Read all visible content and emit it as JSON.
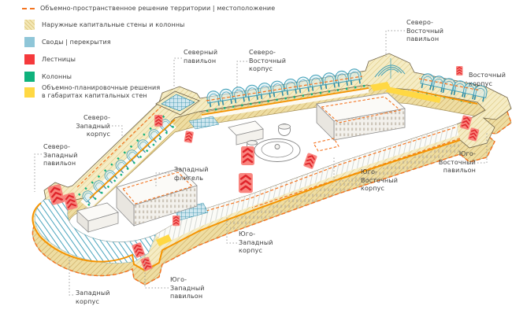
{
  "legend": {
    "items": [
      {
        "type": "dashed-line",
        "color": "#f4731f",
        "label": "Объемно-пространственное решение территории | местоположение"
      },
      {
        "type": "hatched",
        "color": "#f0e4ad",
        "label": "Наружные капитальные стены и колонны"
      },
      {
        "type": "solid",
        "color": "#8fc6d8",
        "label": "Своды | перекрытия"
      },
      {
        "type": "solid",
        "color": "#f5393c",
        "label": "Лестницы"
      },
      {
        "type": "solid",
        "color": "#0fb27c",
        "label": "Колонны"
      },
      {
        "type": "solid",
        "color": "#ffd843",
        "label": "Объемно-планировочные решения",
        "label2": "в габаритах капитальных стен"
      }
    ]
  },
  "building_labels": [
    {
      "id": "north-pavilion",
      "lines": [
        "Северный",
        "павильон"
      ]
    },
    {
      "id": "ne-corpus",
      "lines": [
        "Северо-",
        "Восточный",
        "корпус"
      ]
    },
    {
      "id": "ne-pavilion",
      "lines": [
        "Северо-",
        "Восточный",
        "павильон"
      ]
    },
    {
      "id": "east-corpus",
      "lines": [
        "Восточный",
        "корпус"
      ]
    },
    {
      "id": "nw-corpus",
      "lines": [
        "Северо-",
        "Западный",
        "корпус"
      ]
    },
    {
      "id": "nw-pavilion",
      "lines": [
        "Северо-",
        "Западный",
        "павильон"
      ]
    },
    {
      "id": "west-fligel",
      "lines": [
        "Западный",
        "флигель"
      ]
    },
    {
      "id": "west-corpus",
      "lines": [
        "Западный",
        "корпус"
      ]
    },
    {
      "id": "sw-pavilion",
      "lines": [
        "Юго-",
        "Западный",
        "павильон"
      ]
    },
    {
      "id": "sw-corpus",
      "lines": [
        "Юго-",
        "Западный",
        "корпус"
      ]
    },
    {
      "id": "se-corpus",
      "lines": [
        "Юго-",
        "Восточный",
        "корпус"
      ]
    },
    {
      "id": "se-pavilion",
      "lines": [
        "Юго-",
        "Восточный",
        "павильон"
      ]
    }
  ],
  "colors": {
    "accent_orange": "#f4731f",
    "solid_orange": "#f59300",
    "wall_cream": "#f5ecc4",
    "vault_teal": "#3f9fb8",
    "stairs_red": "#f5393c",
    "columns_green": "#0fb27c",
    "solution_yellow": "#ffd843"
  }
}
